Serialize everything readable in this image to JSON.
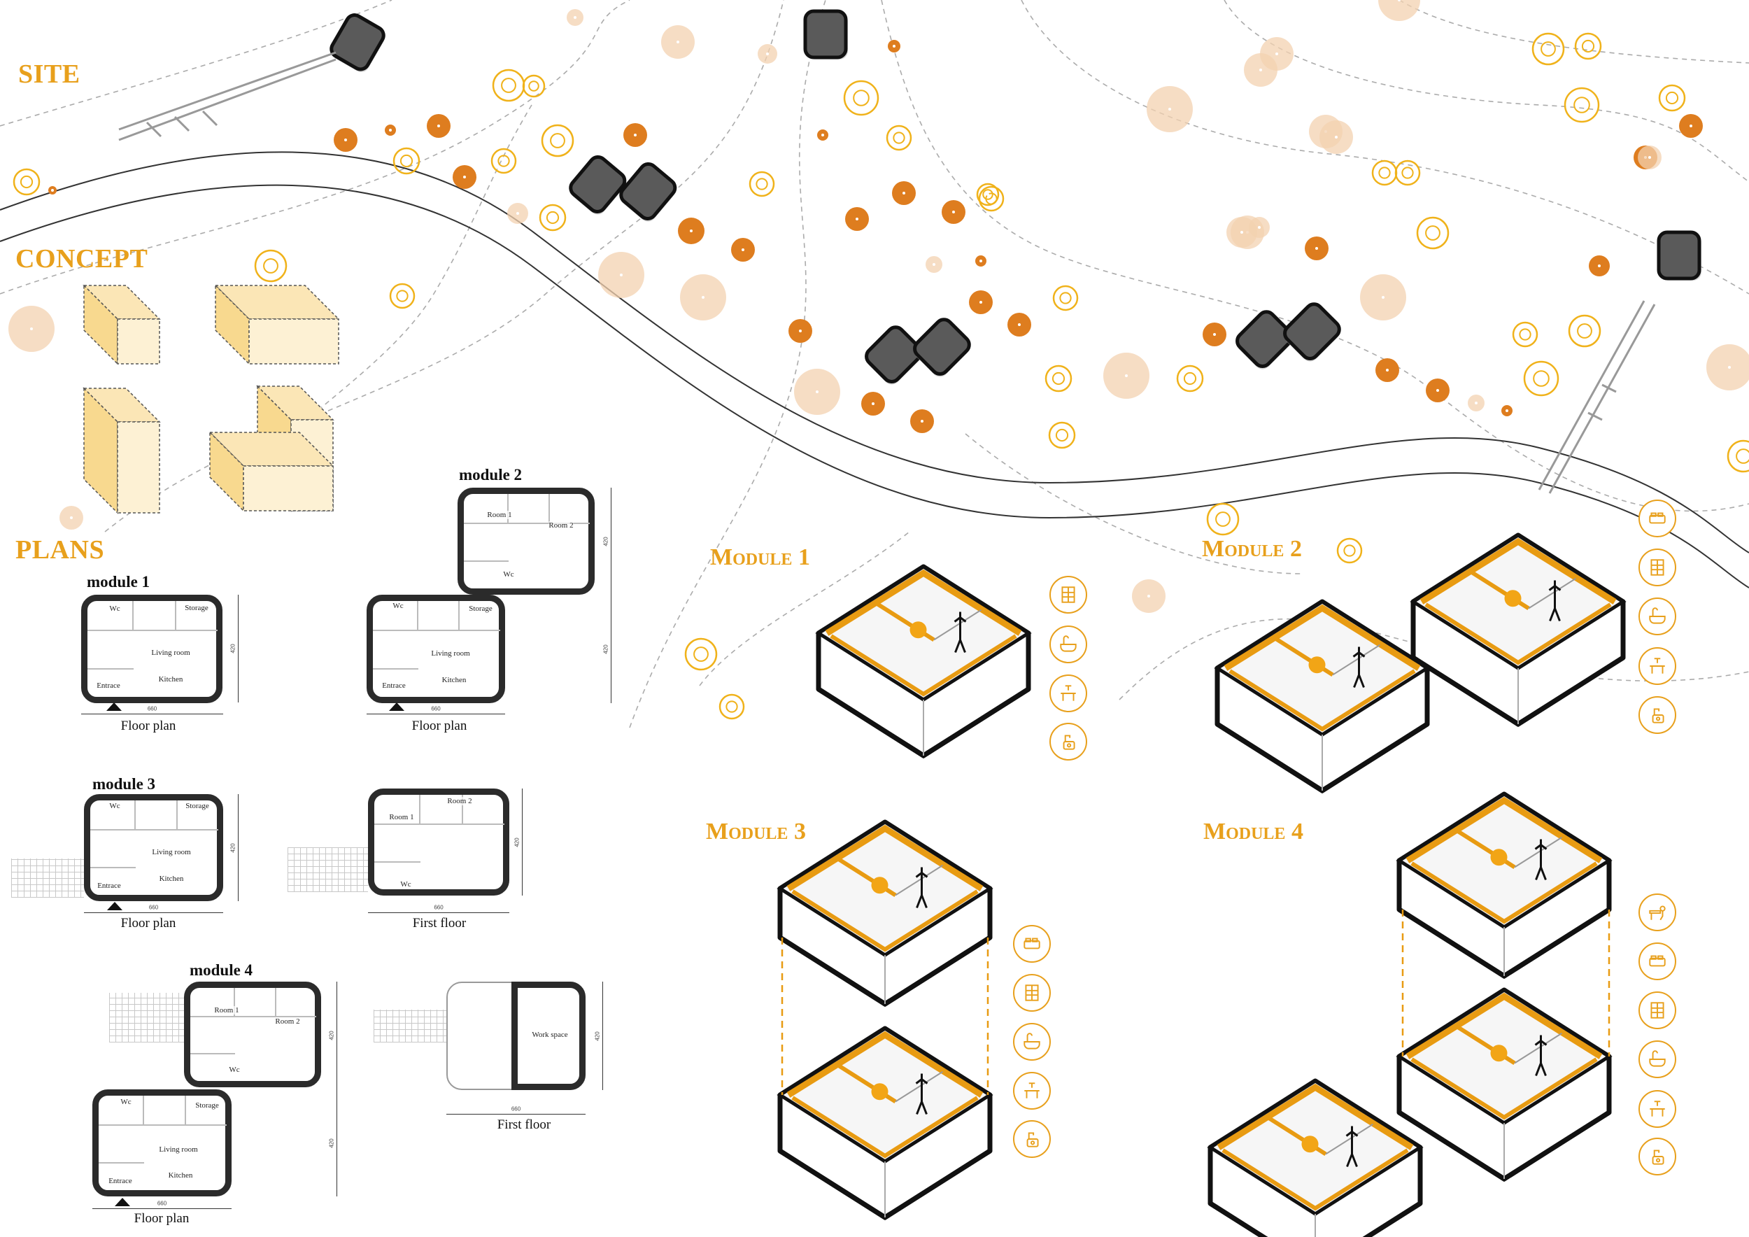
{
  "sections": {
    "site": "SITE",
    "concept": "CONCEPT",
    "plans": "PLANS"
  },
  "iso_modules": [
    "Module 1",
    "Module 2",
    "Module 3",
    "Module 4"
  ],
  "colors": {
    "accent": "#e8a01c",
    "tree_solid": "#de7d1f",
    "tree_pale": "#f3d2b0",
    "wall": "#2b2b2b",
    "module_wall": "#e89b12"
  },
  "plans": [
    {
      "title": "module 1",
      "caption": "Floor plan",
      "width_dim": "660",
      "height_dims": [
        "420"
      ],
      "rooms": [
        "Wc",
        "Storage",
        "Living room",
        "Kitchen",
        "Entrace"
      ]
    },
    {
      "title": "module 2",
      "caption": "Floor plan",
      "width_dim": "660",
      "height_dims": [
        "420",
        "420"
      ],
      "rooms": [
        "Room 1",
        "Room 2",
        "Wc",
        "Wc",
        "Storage",
        "Living room",
        "Kitchen",
        "Entrace"
      ]
    },
    {
      "title": "module 3",
      "caption": "Floor plan",
      "width_dim": "660",
      "height_dims": [
        "420"
      ],
      "rooms": [
        "Wc",
        "Storage",
        "Living room",
        "Kitchen",
        "Entrace"
      ]
    },
    {
      "title": "",
      "caption": "First floor",
      "width_dim": "660",
      "height_dims": [
        "420"
      ],
      "rooms": [
        "Room 1",
        "Room 2",
        "Wc"
      ]
    },
    {
      "title": "module 4",
      "caption": "Floor plan",
      "width_dim": "660",
      "height_dims": [
        "420",
        "420"
      ],
      "rooms": [
        "Room 1",
        "Room 2",
        "Wc",
        "Wc",
        "Storage",
        "Living room",
        "Kitchen",
        "Entrace"
      ]
    },
    {
      "title": "",
      "caption": "First floor",
      "width_dim": "660",
      "height_dims": [
        "420"
      ],
      "rooms": [
        "Work space"
      ]
    }
  ],
  "icons": {
    "module1": [
      "shelf-icon",
      "bath-icon",
      "desk-icon",
      "sink-icon"
    ],
    "module2": [
      "bed-icon",
      "shelf-icon",
      "bath-icon",
      "desk-icon",
      "sink-icon"
    ],
    "module3": [
      "bed-icon",
      "shelf-icon",
      "bath-icon",
      "desk-icon",
      "sink-icon"
    ],
    "module4": [
      "workspace-icon",
      "bed-icon",
      "shelf-icon",
      "bath-icon",
      "desk-icon",
      "sink-icon"
    ]
  }
}
